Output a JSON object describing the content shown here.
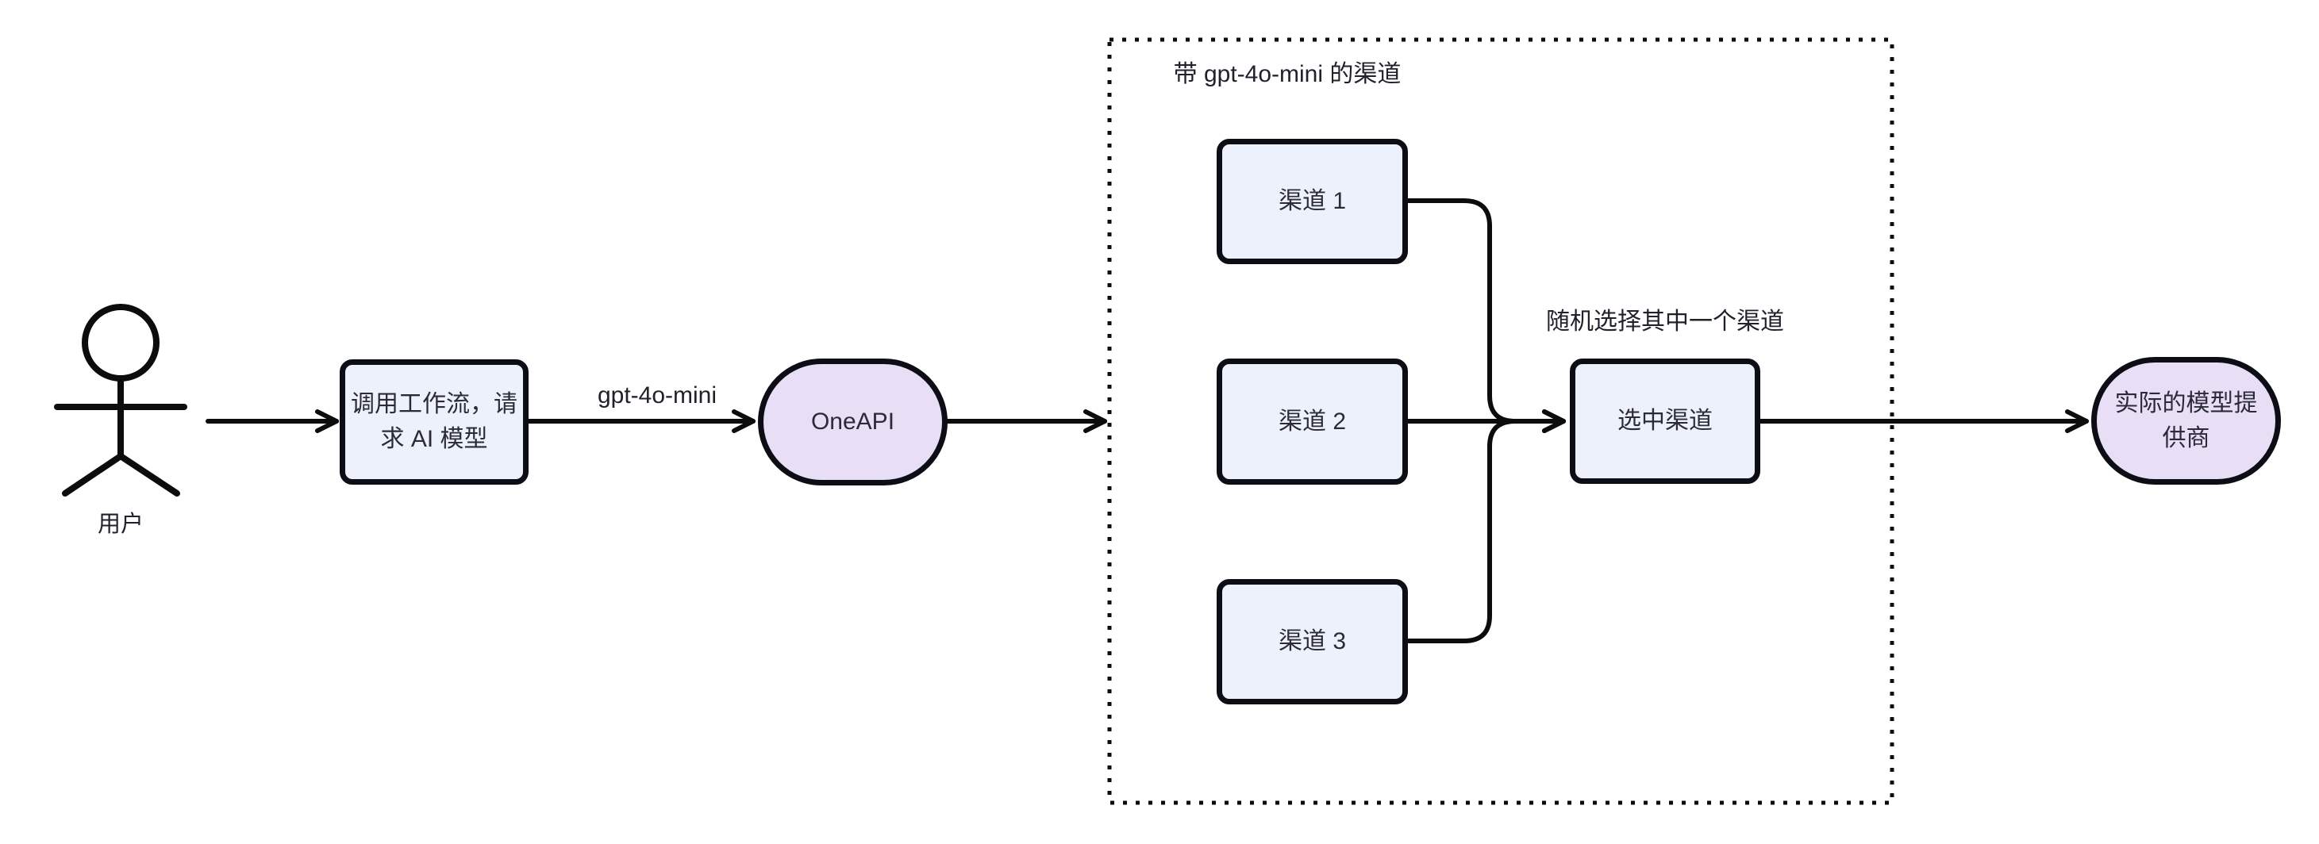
{
  "actor": {
    "label": "用户"
  },
  "nodes": {
    "workflow": {
      "lines": [
        "调用工作流，请",
        "求 AI 模型"
      ]
    },
    "oneapi": {
      "label": "OneAPI"
    },
    "channel1": {
      "label": "渠道 1"
    },
    "channel2": {
      "label": "渠道 2"
    },
    "channel3": {
      "label": "渠道 3"
    },
    "selected": {
      "label": "选中渠道"
    },
    "provider": {
      "lines": [
        "实际的模型提",
        "供商"
      ]
    }
  },
  "labels": {
    "gpt_model": "gpt-4o-mini",
    "subgraph_title": "带 gpt-4o-mini 的渠道",
    "random_pick": "随机选择其中一个渠道"
  },
  "colors": {
    "background": "#ffffff",
    "rect_fill": "#edf1fb",
    "stadium_fill": "#e8dff7",
    "border": "#0d0d16",
    "line": "#0c0c0c",
    "text": "#2b2b38",
    "label_text": "#21212b"
  }
}
